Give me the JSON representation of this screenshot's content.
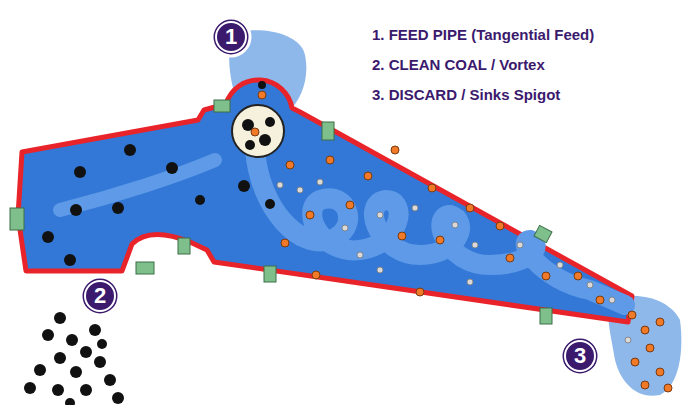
{
  "diagram": {
    "nodes": [
      {
        "text": [
          "1"
        ]
      },
      {
        "text": [
          "2"
        ]
      },
      {
        "text": [
          "3"
        ]
      }
    ],
    "labels": [
      "1. FEED PIPE (Tangential Feed)",
      "2. CLEAN COAL / Vortex",
      "3. DISCARD / Sinks Spigot"
    ]
  }
}
